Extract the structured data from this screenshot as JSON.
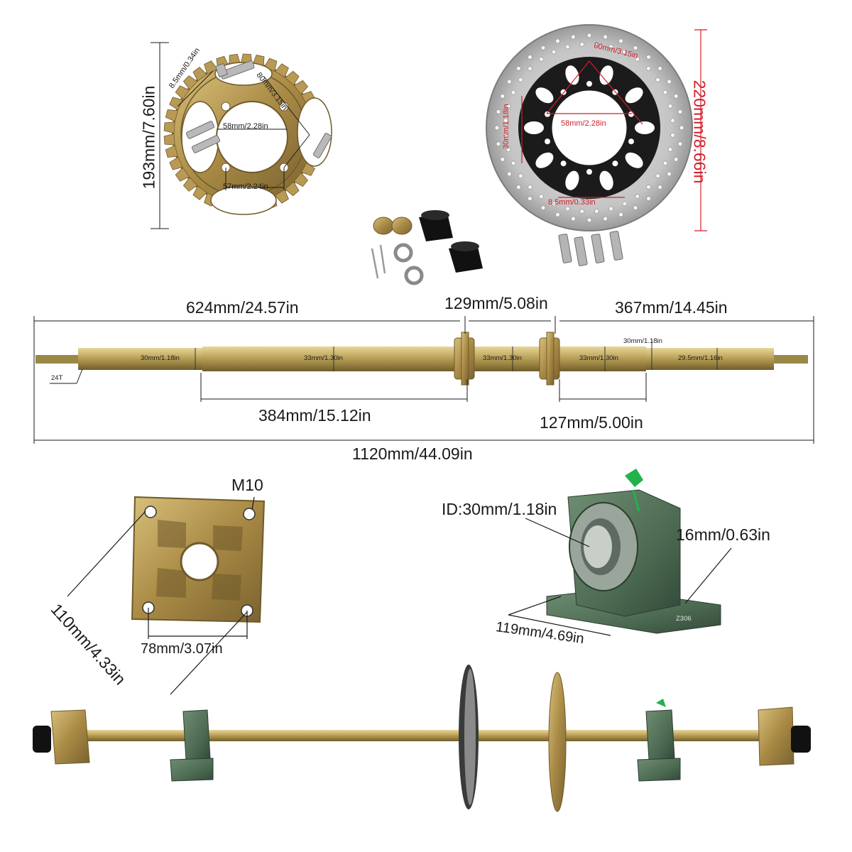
{
  "colors": {
    "metal_gold": "#b09050",
    "shaft": "#b6a05a",
    "bearing_green": "#4d6b52",
    "dimension_red": "#d21f2a",
    "rotor_silver": "#c9c9c9",
    "carrier_black": "#1b1b1b",
    "tag_green": "#22b24c"
  },
  "sprocket": {
    "height": "193mm/7.60in",
    "bolt_spacing_diag": "8.5mm/0.34in",
    "bolt_circle": "80mm/3.15in",
    "center_hole": "58mm/2.28in",
    "bolt_spacing": "57mm/2.24in"
  },
  "brake_disc": {
    "diameter": "220mm/8.66in",
    "bolt_circle": "80mm/3.15in",
    "hole_height": "30mm/1.18in",
    "center_hole": "58mm/2.28in",
    "bolt_hole": "8.5mm/0.33in"
  },
  "axle": {
    "seg_left": "624mm/24.57in",
    "seg_mid": "129mm/5.08in",
    "seg_right": "367mm/14.45in",
    "spline_teeth": "24T",
    "dia_left_end": "30mm/1.18in",
    "dia_main": "33mm/1.30in",
    "dia_between": "33mm/1.30in",
    "dia_right": "33mm/1.30in",
    "dia_right_small": "30mm/1.18in",
    "dia_right_end": "29.5mm/1.16in",
    "seg_under_left": "384mm/15.12in",
    "seg_under_right": "127mm/5.00in",
    "total_length": "1120mm/44.09in"
  },
  "hub": {
    "thread": "M10",
    "diag": "110mm/4.33in",
    "bolt_spacing": "78mm/3.07in"
  },
  "pillow_block": {
    "inner_dia": "ID:30mm/1.18in",
    "bolt_hole": "16mm/0.63in",
    "base_length": "119mm/4.69in",
    "model": "Z306"
  }
}
